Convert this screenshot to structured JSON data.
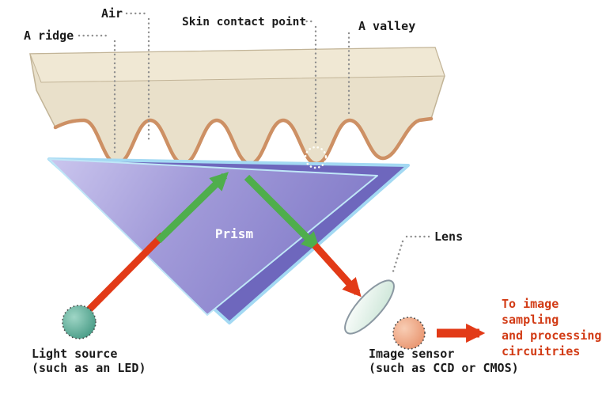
{
  "diagram": {
    "title": "Optical fingerprint scanner diagram",
    "labels": {
      "ridge": "A ridge",
      "air": "Air",
      "skin_contact_point": "Skin contact point",
      "valley": "A valley",
      "prism": "Prism",
      "lens": "Lens",
      "light_source_line1": "Light source",
      "light_source_line2": "(such as an LED)",
      "image_sensor_line1": "Image sensor",
      "image_sensor_line2": "(such as CCD or CMOS)",
      "output_line1": "To image",
      "output_line2": "sampling",
      "output_line3": "and processing",
      "output_line4": "circuitries"
    },
    "colors": {
      "beam_red": "#e23a17",
      "beam_green": "#4fae4c",
      "prism_dark": "#6e67bd",
      "prism_light": "#c9c4ec",
      "prism_outline": "#a3d9f3",
      "finger_fill": "#e9e0ca",
      "finger_top_fill": "#f0e8d4",
      "ridge_outline": "#cd9064",
      "light_source_fill": "#3f957f",
      "image_sensor_fill": "#e78f68",
      "lens_fill": "#d2e9da",
      "leader_dots": "#8f8f8f",
      "label_color": "#1b1b1b",
      "output_text_color": "#d23b15"
    }
  }
}
